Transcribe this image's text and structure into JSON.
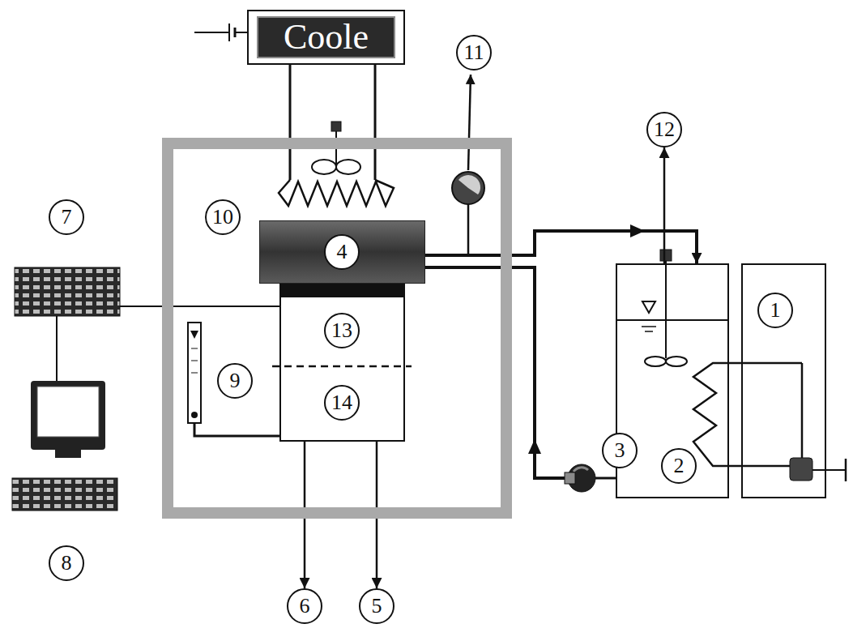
{
  "diagram": {
    "nodes": [
      {
        "text": [
          "Coole"
        ]
      },
      {
        "text": [
          "11"
        ]
      },
      {
        "text": [
          "12"
        ]
      },
      {
        "text": [
          "7"
        ]
      },
      {
        "text": [
          "10"
        ]
      },
      {
        "text": [
          "4"
        ],
        "in": 4
      },
      {
        "text": [
          "13",
          "14"
        ],
        "in": 4
      },
      {
        "text": [
          "9"
        ],
        "in": 4
      },
      {
        "text": [
          "1"
        ]
      },
      {
        "text": [
          "2"
        ]
      },
      {
        "text": [
          "3"
        ]
      },
      {
        "text": [
          "8"
        ]
      },
      {
        "text": [
          "6"
        ]
      },
      {
        "text": [
          "5"
        ]
      }
    ],
    "edges": [
      {
        "from": 6,
        "to": 12,
        "arrow": "to"
      },
      {
        "from": 6,
        "to": 13,
        "arrow": "to"
      },
      {
        "from": 5,
        "to": 9,
        "arrow": "to"
      },
      {
        "from": 9,
        "to": 2,
        "arrow": "to"
      }
    ]
  }
}
